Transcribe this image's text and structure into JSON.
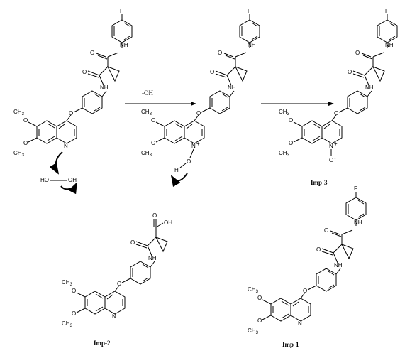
{
  "reaction": {
    "condition": "-OH"
  },
  "labels": {
    "imp1": "Imp-1",
    "imp2": "Imp-2",
    "imp3": "Imp-3"
  },
  "atoms": {
    "F": "F",
    "NH": "NH",
    "O": "O",
    "N": "N",
    "OH": "OH",
    "H": "H",
    "methoxy_top": "O",
    "methyl": "CH",
    "methyl_sub": "3",
    "n_plus": "+",
    "o_minus": "-",
    "peroxide_HO": "HO",
    "peroxide_OH": "OH"
  }
}
